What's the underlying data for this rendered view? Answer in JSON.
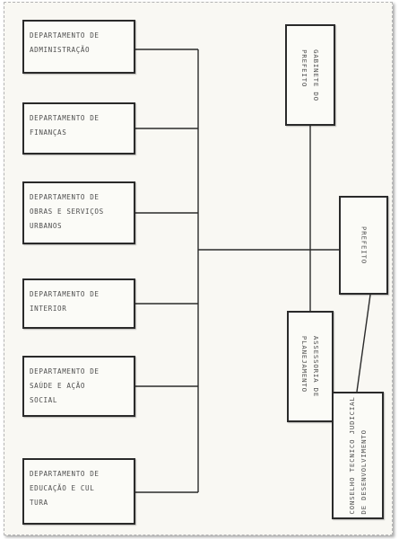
{
  "departments": [
    {
      "label": "DEPARTAMENTO DE\nADMINISTRAÇÃO"
    },
    {
      "label": "DEPARTAMENTO DE\nFINANÇAS"
    },
    {
      "label": "DEPARTAMENTO DE\nOBRAS E SERVIÇOS\nURBANOS"
    },
    {
      "label": "DEPARTAMENTO DE\nINTERIOR"
    },
    {
      "label": "DEPARTAMENTO DE\nSAÚDE E AÇÃO\nSOCIAL"
    },
    {
      "label": "DEPARTAMENTO DE\nEDUCAÇÃO E CUL\nTURA"
    }
  ],
  "gabinete": {
    "label": "GABINETE DO\nPREFEITO"
  },
  "prefeito": {
    "label": "PREFEITO"
  },
  "assessoria": {
    "label": "ASSESSORIA DE\nPLANEJAMENTO"
  },
  "conselho": {
    "label": "CONSELHO TECNICO JUDICIAL\nDE DESENVOLVIMENTO"
  },
  "colors": {
    "border": "#2a2a2a",
    "text": "#4e4e4e",
    "paper": "#f9f8f3"
  }
}
